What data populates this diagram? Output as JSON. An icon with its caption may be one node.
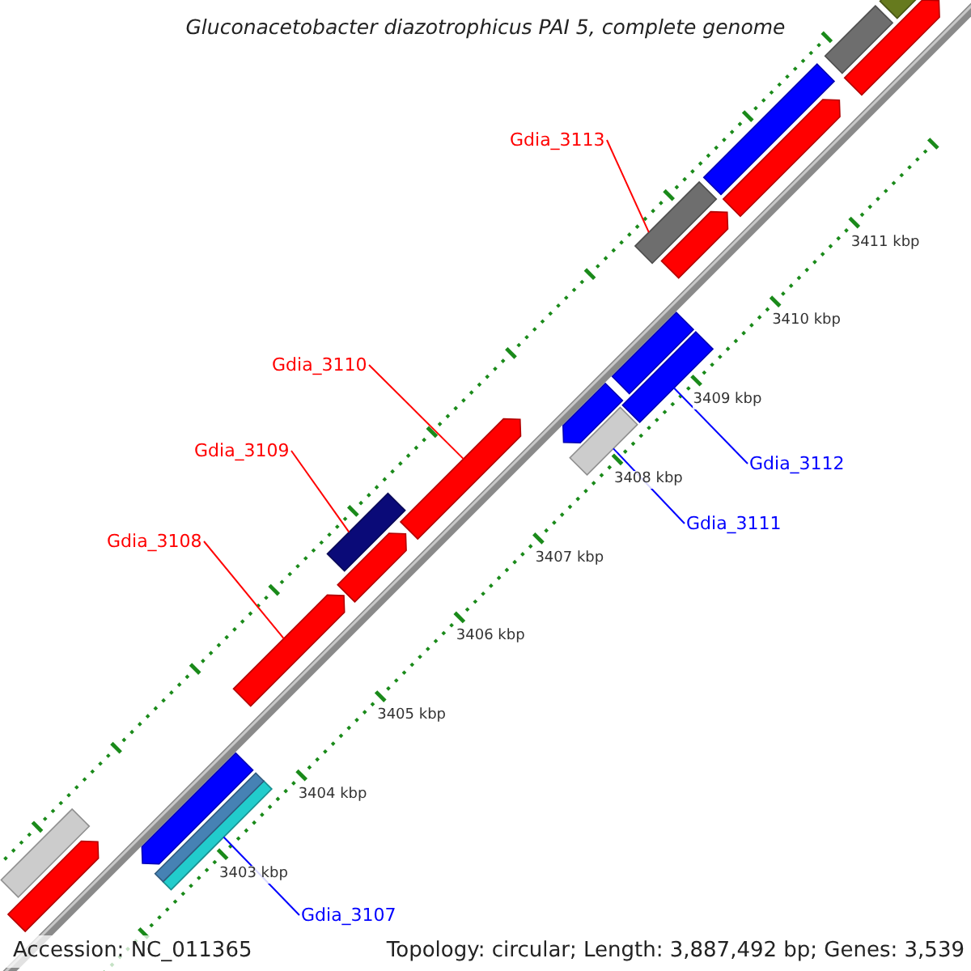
{
  "diagram": {
    "title": "Gluconacetobacter diazotrophicus PAI 5, complete genome",
    "nodes": [
      {
        "text": [
          "Gdia_3113"
        ]
      },
      {
        "text": [],
        "shape": "bar"
      },
      {
        "text": [
          "Gdia_3110"
        ]
      },
      {
        "text": [],
        "shape": "bar"
      },
      {
        "text": [
          "Gdia_3112"
        ]
      },
      {
        "text": [],
        "shape": "bar"
      },
      {
        "text": [
          "Gdia_3109"
        ]
      },
      {
        "text": [],
        "shape": "bar"
      },
      {
        "text": [
          "Gdia_3111"
        ]
      },
      {
        "text": [],
        "shape": "bar"
      },
      {
        "text": [
          "Gdia_3108"
        ]
      },
      {
        "text": [],
        "shape": "bar"
      },
      {
        "text": [
          "Gdia_3107"
        ]
      },
      {
        "text": [],
        "shape": "bar"
      },
      {
        "text": [],
        "shape": "bar"
      },
      {
        "text": [],
        "shape": "bar"
      },
      {
        "text": [],
        "shape": "bar"
      },
      {
        "text": [],
        "shape": "bar"
      },
      {
        "text": [],
        "shape": "bar"
      },
      {
        "text": [],
        "shape": "bar"
      },
      {
        "text": [],
        "shape": "bar"
      },
      {
        "text": [],
        "shape": "bar"
      },
      {
        "text": [],
        "shape": "bar"
      },
      {
        "text": [],
        "shape": "bar"
      },
      {
        "text": [],
        "shape": "bar"
      },
      {
        "text": [],
        "shape": "bar"
      },
      {
        "text": [],
        "shape": "bar"
      }
    ],
    "edges": [
      {
        "from": 0,
        "to": 1,
        "arrow": "none"
      },
      {
        "from": 2,
        "to": 3,
        "arrow": "none"
      },
      {
        "from": 4,
        "to": 5,
        "arrow": "none",
        "color": "#0000ff"
      },
      {
        "from": 6,
        "to": 7,
        "arrow": "none"
      },
      {
        "from": 8,
        "to": 9,
        "arrow": "none",
        "color": "#0000ff"
      },
      {
        "from": 10,
        "to": 11,
        "arrow": "none"
      },
      {
        "from": 12,
        "to": 13,
        "arrow": "none",
        "color": "#0000ff"
      }
    ],
    "labels": [
      "3411 kbp",
      "3410 kbp",
      "3409 kbp",
      "3408 kbp",
      "3407 kbp",
      "3406 kbp",
      "3405 kbp",
      "3404 kbp",
      "3403 kbp",
      "Accession: NC_011365",
      "Topology: circular; Length: 3,887,492 bp; Genes: 3,539"
    ]
  }
}
